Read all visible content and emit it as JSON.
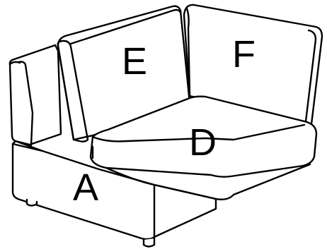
{
  "labels": {
    "A": "A",
    "D": "D",
    "E": "E",
    "F": "F"
  },
  "colors": {
    "stroke": "#000000",
    "background": "#ffffff"
  }
}
